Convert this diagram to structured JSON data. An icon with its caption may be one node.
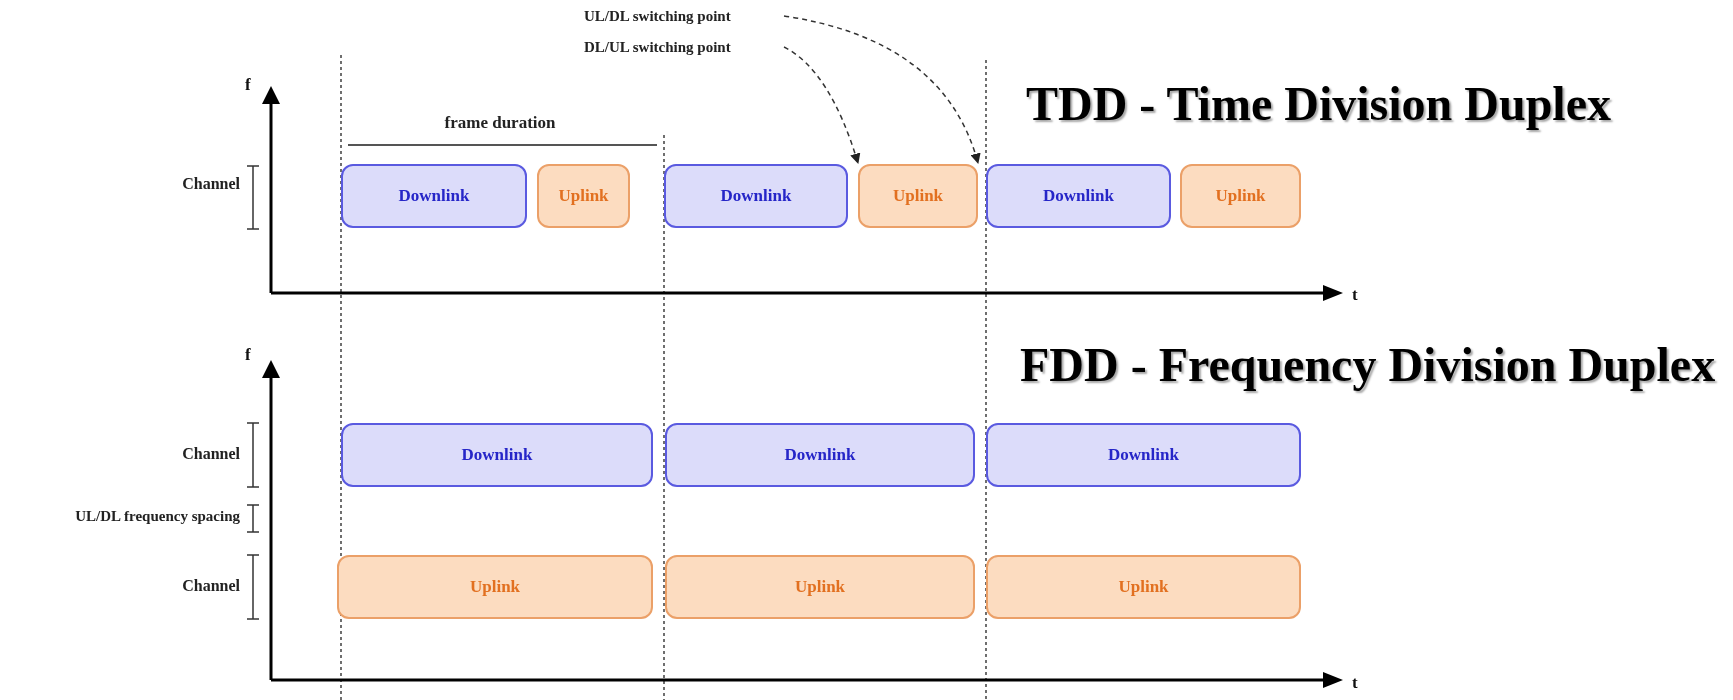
{
  "diagram": {
    "nodes": [
      {
        "text": [
          "UL/DL switching point"
        ]
      },
      {
        "text": [
          "DL/UL switching point"
        ]
      },
      {
        "text": [
          "Downlink"
        ]
      },
      {
        "text": [
          "Uplink"
        ]
      },
      {
        "text": [
          "Downlink"
        ]
      },
      {
        "text": [
          "Uplink"
        ]
      },
      {
        "text": [
          "Downlink"
        ]
      },
      {
        "text": [
          "Uplink"
        ]
      },
      {
        "text": [
          "Downlink"
        ]
      },
      {
        "text": [
          "Downlink"
        ]
      },
      {
        "text": [
          "Downlink"
        ]
      },
      {
        "text": [
          "Uplink"
        ]
      },
      {
        "text": [
          "Uplink"
        ]
      },
      {
        "text": [
          "Uplink"
        ]
      }
    ],
    "edges": [
      {
        "from": 0,
        "to": 5,
        "arrow": "to",
        "style": "dashed"
      },
      {
        "from": 1,
        "to": 5,
        "arrow": "to",
        "style": "dashed"
      }
    ],
    "labels": [
      "frame duration",
      "f",
      "Channel",
      "TDD - Time Division Duplex",
      "t",
      "f",
      "FDD - Frequency Division Duplex",
      "Channel",
      "UL/DL frequency spacing",
      "Channel",
      "t"
    ]
  }
}
